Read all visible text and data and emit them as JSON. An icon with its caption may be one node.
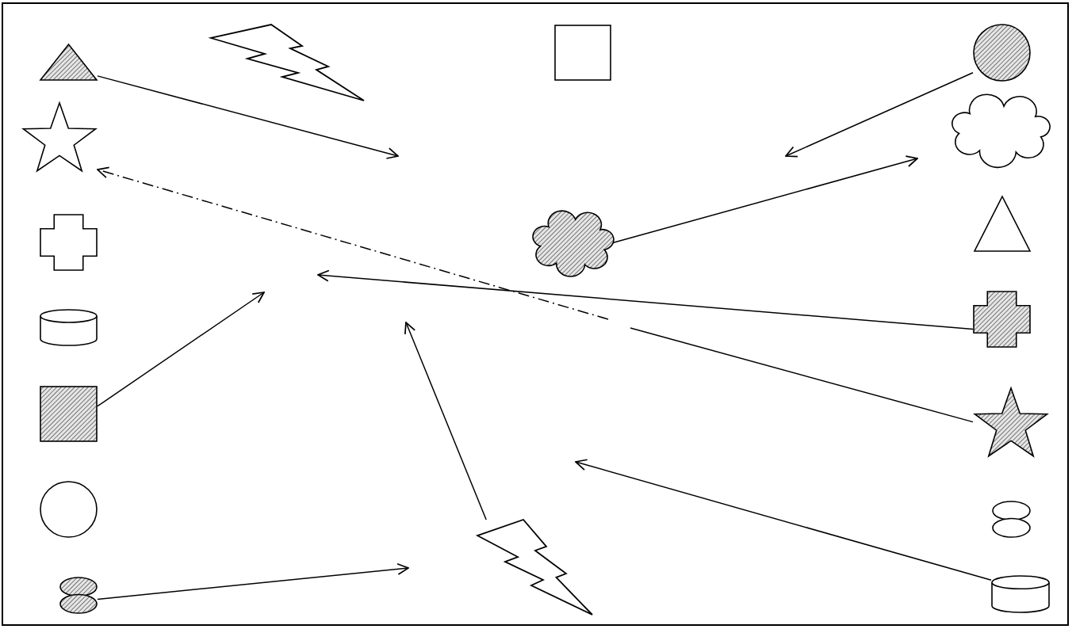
{
  "diagram": {
    "nodes": [
      {
        "text": [],
        "shape": "triangle"
      },
      {
        "text": [],
        "shape": "lightning"
      },
      {
        "text": [],
        "shape": "box"
      },
      {
        "text": [],
        "shape": "circle"
      },
      {
        "text": [],
        "shape": "star"
      },
      {
        "text": [],
        "shape": "cloud"
      },
      {
        "text": [],
        "shape": "cross"
      },
      {
        "text": [],
        "shape": "triangle"
      },
      {
        "text": [],
        "shape": "cloud"
      },
      {
        "text": [],
        "shape": "cylinder"
      },
      {
        "text": [],
        "shape": "cross"
      },
      {
        "text": [],
        "shape": "box"
      },
      {
        "text": [],
        "shape": "star"
      },
      {
        "text": [],
        "shape": "circle"
      },
      {
        "text": [],
        "shape": "ellipses"
      },
      {
        "text": [],
        "shape": "lightning"
      },
      {
        "text": [],
        "shape": "ellipses"
      },
      {
        "text": [],
        "shape": "cylinder"
      }
    ],
    "edges": [
      {
        "from": 0,
        "to": null,
        "arrow": "to"
      },
      {
        "from": 3,
        "to": null,
        "arrow": "to"
      },
      {
        "from": 8,
        "to": null,
        "arrow": "to"
      },
      {
        "from": null,
        "to": 4,
        "arrow": "to",
        "style": "dashed"
      },
      {
        "from": 10,
        "to": null,
        "arrow": "to"
      },
      {
        "from": 12,
        "to": null,
        "arrow": "none"
      },
      {
        "from": 11,
        "to": null,
        "arrow": "to"
      },
      {
        "from": 15,
        "to": null,
        "arrow": "to"
      },
      {
        "from": 17,
        "to": null,
        "arrow": "to"
      },
      {
        "from": 16,
        "to": null,
        "arrow": "to"
      }
    ]
  }
}
